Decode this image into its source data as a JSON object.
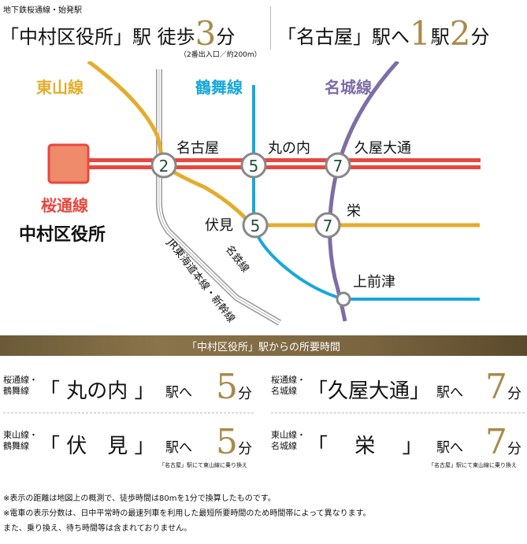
{
  "header": {
    "subtitle": "地下鉄桜通線・始発駅",
    "station_main": "「中村区役所」駅 徒歩",
    "walk_num": "3",
    "walk_unit": "分",
    "walk_note": "（2番出入口／約200m）",
    "right_prefix": "「名古屋」駅へ",
    "right_num1": "1",
    "right_mid": "駅",
    "right_num2": "2",
    "right_unit": "分"
  },
  "map": {
    "lines": {
      "higashiyama": "東山線",
      "tsurumai": "鶴舞線",
      "meijo": "名城線",
      "sakuradori": "桜通線",
      "jr": "JR東海道本線・新幹線",
      "meitetsu": "名鉄線"
    },
    "stations": {
      "nakamura": "中村区役所",
      "nagoya": "名古屋",
      "marunouchi": "丸の内",
      "hisaya": "久屋大通",
      "fushimi": "伏見",
      "sakae": "栄",
      "kamimaezu": "上前津"
    },
    "times": {
      "nagoya": "2",
      "marunouchi": "5",
      "hisaya": "7",
      "fushimi": "5",
      "sakae": "7"
    },
    "colors": {
      "sakuradori": "#e8473e",
      "higashiyama": "#e2ad2e",
      "tsurumai": "#17a8da",
      "meijo": "#7e6da6",
      "station_fill": "#ffffff",
      "station_text": "#1f4f3b"
    }
  },
  "banner": {
    "text": "「中村区役所」駅からの所要時間"
  },
  "times_table": [
    {
      "lines": [
        "桜通線・",
        "鶴舞線"
      ],
      "station": "「 丸の内 」",
      "suffix": "駅へ",
      "num": "5",
      "unit": "分",
      "note": ""
    },
    {
      "lines": [
        "桜通線・",
        "名城線"
      ],
      "station": "「久屋大通」",
      "suffix": "駅へ",
      "num": "7",
      "unit": "分",
      "note": ""
    },
    {
      "lines": [
        "東山線・",
        "鶴舞線"
      ],
      "station": "「 伏　見 」",
      "suffix": "駅へ",
      "num": "5",
      "unit": "分",
      "note": "「名古屋」駅にて東山線に乗り換え"
    },
    {
      "lines": [
        "東山線・",
        "名城線"
      ],
      "station": "「　 栄 　」",
      "suffix": "駅へ",
      "num": "7",
      "unit": "分",
      "note": "「名古屋」駅にて東山線に乗り換え"
    }
  ],
  "footnotes": [
    "※表示の距離は地図上の概測で、徒歩時間は80mを1分で換算したものです。",
    "※電車の表示分数は、日中平常時の最速列車を利用した最短所要時間のため時間帯によって異なります。",
    "また、乗り換え、待ち時間等は含まれておりません。"
  ]
}
